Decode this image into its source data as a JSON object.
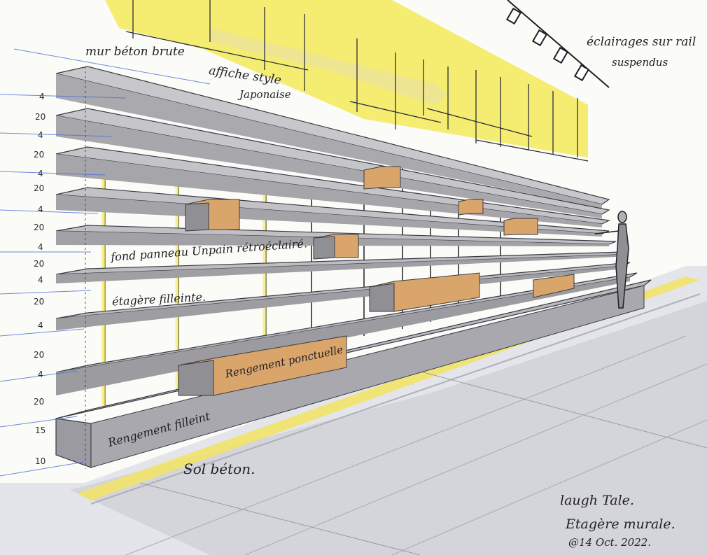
{
  "annotations": {
    "wall": "mur béton brute",
    "poster": "affiche style",
    "poster_sub": "Japonaise",
    "lights": "éclairages sur rail",
    "lights_sub": "suspendus",
    "back_panel": "fond panneau Unpain rétroéclairé.",
    "shelf": "étagère filleinte.",
    "storage_mid": "Rengement ponctuelle",
    "storage_low": "Rengement filleint",
    "floor": "Sol béton."
  },
  "dimensions": [
    "4",
    "20",
    "4",
    "20",
    "4",
    "20",
    "4",
    "20",
    "4",
    "20",
    "4",
    "20",
    "4",
    "20",
    "4",
    "20",
    "15",
    "10"
  ],
  "signature": {
    "project": "laugh Tale.",
    "title": "Etagère murale.",
    "date": "@14 Oct. 2022."
  },
  "colors": {
    "paper": "#fbfbf8",
    "shelf_grey": "#b9b9bd",
    "shelf_dark": "#8f8f94",
    "wood": "#d9a56b",
    "yellow": "#f3ea5a",
    "ink": "#1f1f24",
    "blue_line": "#4a6fd6"
  }
}
